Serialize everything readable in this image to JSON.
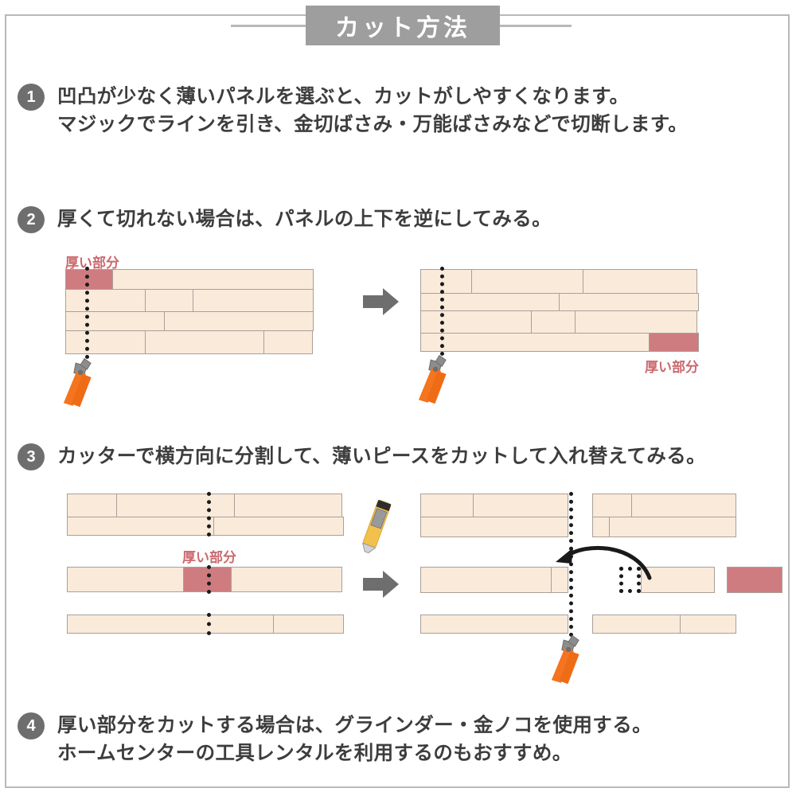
{
  "title": "カット方法",
  "colors": {
    "banner_bg": "#9e9e9e",
    "brick_fill": "#faeada",
    "brick_border": "#a9a09a",
    "thick_fill": "#ce7c80",
    "thick_label": "#cb6a6e",
    "text": "#3d3d3d",
    "badge": "#6e6e6e",
    "arrow": "#6e6e6e",
    "frame": "#b9b9b9"
  },
  "steps": [
    {
      "number": "1",
      "lines": [
        "凹凸が少なく薄いパネルを選ぶと、カットがしやすくなります。",
        "マジックでラインを引き、金切ばさみ・万能ばさみなどで切断します。"
      ]
    },
    {
      "number": "2",
      "lines": [
        "厚くて切れない場合は、パネルの上下を逆にしてみる。"
      ]
    },
    {
      "number": "3",
      "lines": [
        "カッターで横方向に分割して、薄いピースをカットして入れ替えてみる。"
      ]
    },
    {
      "number": "4",
      "lines": [
        "厚い部分をカットする場合は、グラインダー・金ノコを使用する。",
        "ホームセンターの工具レンタルを利用するのもおすすめ。"
      ]
    }
  ],
  "labels": {
    "thick_part_step2_left": "厚い部分",
    "thick_part_step2_right": "厚い部分",
    "thick_part_step3": "厚い部分"
  },
  "icons": {
    "nipper": "nipper-tool",
    "cutter": "cutter-knife-tool",
    "block_arrow": "right-block-arrow",
    "swap_arrow": "curved-swap-arrow"
  }
}
